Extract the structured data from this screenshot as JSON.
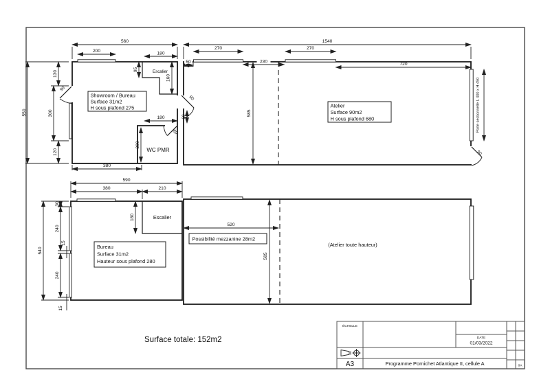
{
  "page": {
    "surface_total": "Surface totale: 152m2"
  },
  "rooms": {
    "showroom": {
      "l1": "Showroom / Bureau",
      "l2": "Surface 31m2",
      "l3": "H sous plafond 275"
    },
    "atelier": {
      "l1": "Atelier",
      "l2": "Surface 90m2",
      "l3": "H sous plafond 680"
    },
    "bureau": {
      "l1": "Bureau",
      "l2": "Surface 31m2",
      "l3": "Hauteur sous plafond 280"
    },
    "escalier_up": "Escalier",
    "escalier_down": "Escalier",
    "wc": "WC PMR",
    "mezzanine": "Possibilité mezzanine 28m2",
    "atelier_full": "(Atelier toute hauteur)",
    "porte_sectionnelle": "Porte sectionnelle L 400 x H 450"
  },
  "dims_upper": {
    "total_w": "560",
    "win_top": "200",
    "esc_w": "180",
    "esc_d1": "95",
    "esc_d2": "160",
    "left_total": "550",
    "left_1": "130",
    "left_2": "300",
    "left_3": "120",
    "bottom_w": "380",
    "wc_w": "180",
    "wc_h": "200",
    "at_total": "1540",
    "at_off": "50",
    "at_win1": "270",
    "at_gap": "230",
    "at_win2": "270",
    "at_right": "720",
    "depth": "585",
    "door_left": "90",
    "door_mid": "80",
    "door_mid_off": "60",
    "door_wc": "80",
    "door_right": "90"
  },
  "dims_lower": {
    "total_w": "590",
    "seg_1": "380",
    "seg_2": "210",
    "esc_h": "180",
    "left_total": "540",
    "left_off": "30",
    "win_1": "240",
    "post_1": "15",
    "win_2": "240",
    "post_2": "15",
    "mezz_w": "520",
    "depth": "585"
  },
  "title_block": {
    "scale_label": "ÉCHELLE",
    "date_label": "DATE",
    "date_value": "01/03/2022",
    "format": "A3",
    "title": "Programme Pornichet Atlantique II, cellule A",
    "rev": "0A"
  },
  "colors": {
    "line": "#1c1c1c",
    "frame": "#4a4a4a"
  }
}
